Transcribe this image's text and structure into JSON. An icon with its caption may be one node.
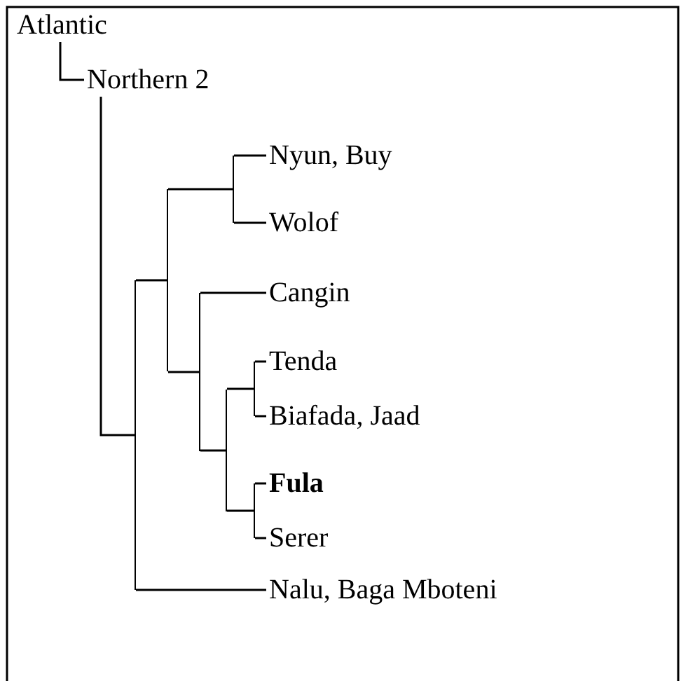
{
  "diagram": {
    "nodes": [
      {
        "text": [
          "Atlantic"
        ]
      },
      {
        "text": [
          "Northern 2"
        ]
      },
      {
        "text": [],
        "shape": "bar"
      },
      {
        "text": [],
        "shape": "bar"
      },
      {
        "text": [],
        "shape": "bar"
      },
      {
        "text": [
          "Nyun, Buy"
        ]
      },
      {
        "text": [
          "Wolof"
        ]
      },
      {
        "text": [],
        "shape": "bar"
      },
      {
        "text": [
          "Cangin"
        ]
      },
      {
        "text": [],
        "shape": "bar"
      },
      {
        "text": [],
        "shape": "bar"
      },
      {
        "text": [
          "Tenda"
        ]
      },
      {
        "text": [
          "Biafada, Jaad"
        ]
      },
      {
        "text": [],
        "shape": "bar"
      },
      {
        "text": [
          "Fula"
        ]
      },
      {
        "text": [
          "Serer"
        ]
      },
      {
        "text": [
          "Nalu, Baga Mboteni"
        ]
      }
    ],
    "edges": [
      {
        "from": 0,
        "to": 1,
        "arrow": "none"
      },
      {
        "from": 1,
        "to": 2,
        "arrow": "none"
      },
      {
        "from": 2,
        "to": 3,
        "arrow": "none"
      },
      {
        "from": 2,
        "to": 16,
        "arrow": "none"
      },
      {
        "from": 3,
        "to": 4,
        "arrow": "none"
      },
      {
        "from": 3,
        "to": 7,
        "arrow": "none"
      },
      {
        "from": 4,
        "to": 5,
        "arrow": "none"
      },
      {
        "from": 4,
        "to": 6,
        "arrow": "none"
      },
      {
        "from": 7,
        "to": 8,
        "arrow": "none"
      },
      {
        "from": 7,
        "to": 9,
        "arrow": "none"
      },
      {
        "from": 9,
        "to": 10,
        "arrow": "none"
      },
      {
        "from": 9,
        "to": 13,
        "arrow": "none"
      },
      {
        "from": 10,
        "to": 11,
        "arrow": "none"
      },
      {
        "from": 10,
        "to": 12,
        "arrow": "none"
      },
      {
        "from": 13,
        "to": 14,
        "arrow": "none"
      },
      {
        "from": 13,
        "to": 15,
        "arrow": "none"
      }
    ]
  }
}
